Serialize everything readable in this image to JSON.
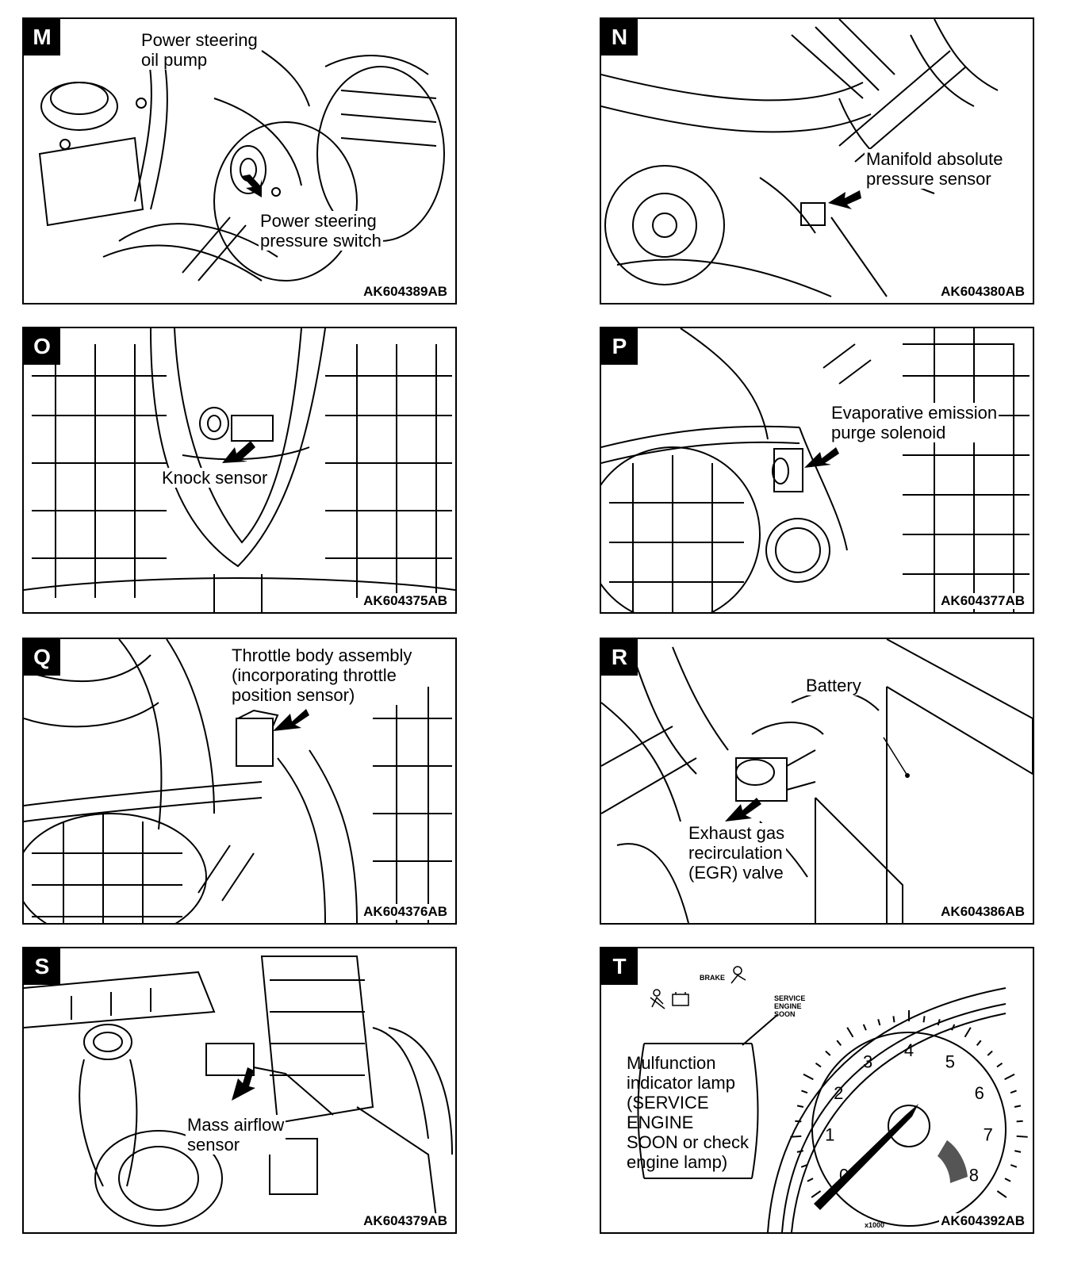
{
  "panels": {
    "M": {
      "letter": "M",
      "code": "AK604389AB",
      "labels": {
        "pump": [
          "Power steering",
          "oil pump"
        ],
        "switch": [
          "Power steering",
          "pressure switch"
        ]
      }
    },
    "N": {
      "letter": "N",
      "code": "AK604380AB",
      "labels": {
        "map": [
          "Manifold absolute",
          "pressure sensor"
        ]
      }
    },
    "O": {
      "letter": "O",
      "code": "AK604375AB",
      "labels": {
        "knock": [
          "Knock sensor"
        ]
      }
    },
    "P": {
      "letter": "P",
      "code": "AK604377AB",
      "labels": {
        "evap": [
          "Evaporative emission",
          "purge solenoid"
        ]
      }
    },
    "Q": {
      "letter": "Q",
      "code": "AK604376AB",
      "labels": {
        "throttle": [
          "Throttle body assembly",
          "(incorporating throttle",
          "position sensor)"
        ]
      }
    },
    "R": {
      "letter": "R",
      "code": "AK604386AB",
      "labels": {
        "battery": [
          "Battery"
        ],
        "egr": [
          "Exhaust gas",
          "recirculation",
          "(EGR) valve"
        ]
      }
    },
    "S": {
      "letter": "S",
      "code": "AK604379AB",
      "labels": {
        "maf": [
          "Mass airflow",
          "sensor"
        ]
      }
    },
    "T": {
      "letter": "T",
      "code": "AK604392AB",
      "labels": {
        "mil": [
          "Mulfunction",
          "indicator lamp",
          "(SERVICE",
          "ENGINE",
          "SOON or check",
          "engine lamp)"
        ]
      },
      "gauge_numbers": [
        "0",
        "1",
        "2",
        "3",
        "4",
        "5",
        "6",
        "7",
        "8"
      ],
      "gauge_unit": "x1000",
      "indicator_brake": "BRAKE",
      "indicator_service": [
        "SERVICE",
        "ENGINE",
        "SOON"
      ]
    }
  }
}
